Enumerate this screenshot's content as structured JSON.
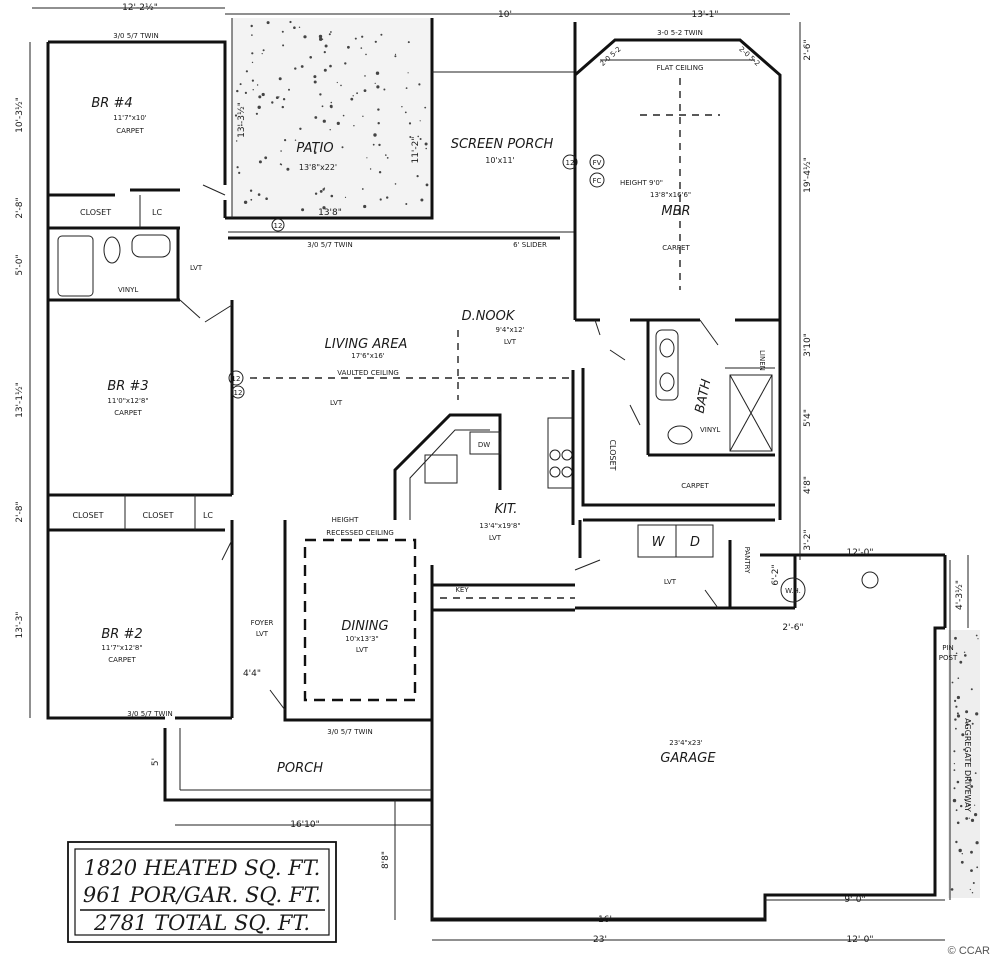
{
  "rooms": {
    "br4": {
      "name": "BR #4",
      "size": "11'7\"x10'",
      "floor": "CARPET"
    },
    "patio": {
      "name": "PATIO",
      "size": "13'8\"x22'"
    },
    "screen_porch": {
      "name": "SCREEN PORCH",
      "size": "10'x11'"
    },
    "mbr": {
      "name": "MBR",
      "floor": "CARPET",
      "ceiling": "FLAT CEILING",
      "height": "HEIGHT 9'0\"",
      "size": "13'8\"x16'6\""
    },
    "closet_top": {
      "name": "CLOSET"
    },
    "lc_top": {
      "name": "LC"
    },
    "vinyl_top": {
      "floor": "VINYL"
    },
    "lvt_hall": {
      "floor": "LVT"
    },
    "dnook": {
      "name": "D.NOOK",
      "size": "9'4\"x12'",
      "floor": "LVT"
    },
    "living": {
      "name": "LIVING AREA",
      "size": "17'6\"x16'",
      "ceiling": "VAULTED CEILING",
      "floor": "LVT"
    },
    "br3": {
      "name": "BR #3",
      "size": "11'0\"x12'8\"",
      "floor": "CARPET"
    },
    "bath": {
      "name": "BATH",
      "floor": "VINYL",
      "linen": "LINEN"
    },
    "closet_mbr": {
      "name": "CLOSET",
      "floor": "CARPET"
    },
    "dw": {
      "name": "DW"
    },
    "kit": {
      "name": "KIT.",
      "size": "13'4\"x19'8\"",
      "floor": "LVT"
    },
    "closet_a": {
      "name": "CLOSET"
    },
    "closet_b": {
      "name": "CLOSET"
    },
    "lc_mid": {
      "name": "LC"
    },
    "wd": {
      "w": "W",
      "d": "D"
    },
    "pantry": {
      "name": "PANTRY"
    },
    "utility": {
      "floor": "LVT"
    },
    "wh": {
      "label": "W.H."
    },
    "ceiling_dining": {
      "label": "RECESSED CEILING",
      "sub": "HEIGHT"
    },
    "dining": {
      "name": "DINING",
      "size": "10'x13'3\"",
      "floor": "LVT"
    },
    "br2": {
      "name": "BR #2",
      "size": "11'7\"x12'8\"",
      "floor": "CARPET"
    },
    "foyer": {
      "label": "FOYER",
      "floor": "LVT"
    },
    "porch": {
      "name": "PORCH"
    },
    "garage": {
      "name": "GARAGE",
      "size": "23'4\"x23'"
    },
    "driveway": {
      "label": "AGGREGATE DRIVEWAY"
    },
    "pin": {
      "label": "PIN",
      "sub": "POST"
    }
  },
  "windows": {
    "br4": "3/0 5/7 TWIN",
    "patio_door": "3/0 5/7 TWIN",
    "sliding": "6' SLIDER",
    "mbr_bay": "3-0 5-2 TWIN",
    "bay_left": "2-0 5-2",
    "bay_right": "2-0 5-2",
    "br2": "3/0 5/7 TWIN",
    "dining": "3/0 5/7 TWIN",
    "col1": "12",
    "col2": "12",
    "col3": "12",
    "col4": "12",
    "fv": "FV",
    "fc": "FC",
    "key": "KEY"
  },
  "dimensions": {
    "top_left": "12'-2½\"",
    "top_mid": "10'",
    "top_right": "13'-1\"",
    "br4_h": "10'-3½\"",
    "closet_h": "2'-8\"",
    "bath_h": "5'-0\"",
    "br3_h": "13'-1½\"",
    "closet2_h": "2'-8\"",
    "br2_h": "13'-3\"",
    "patio_w": "13'8\"",
    "patio_side": "13'-3½\"",
    "screen_side": "11'-2\"",
    "mbr_top": "2'-6\"",
    "mbr_h": "19'-4½\"",
    "bath_a": "3'10\"",
    "bath_b": "5'4\"",
    "bath_c": "4'8\"",
    "right_a": "3'-2\"",
    "pantry_a": "6'-2\"",
    "right_b": "12'-0\"",
    "right_c": "4'-3½\"",
    "pin_w": "2'-6\"",
    "foyer_w": "4'4\"",
    "porch_h": "5'",
    "porch_w": "16'10\"",
    "garage_h": "8'8\"",
    "garage_16": "16'",
    "garage_9": "9'-0\"",
    "bottom_23": "23'",
    "bottom_12": "12'-0\""
  },
  "summary": {
    "heated": "1820 HEATED SQ. FT.",
    "por_gar": "961 POR/GAR. SQ. FT.",
    "total": "2781 TOTAL SQ. FT."
  },
  "watermark": "© CCAR"
}
